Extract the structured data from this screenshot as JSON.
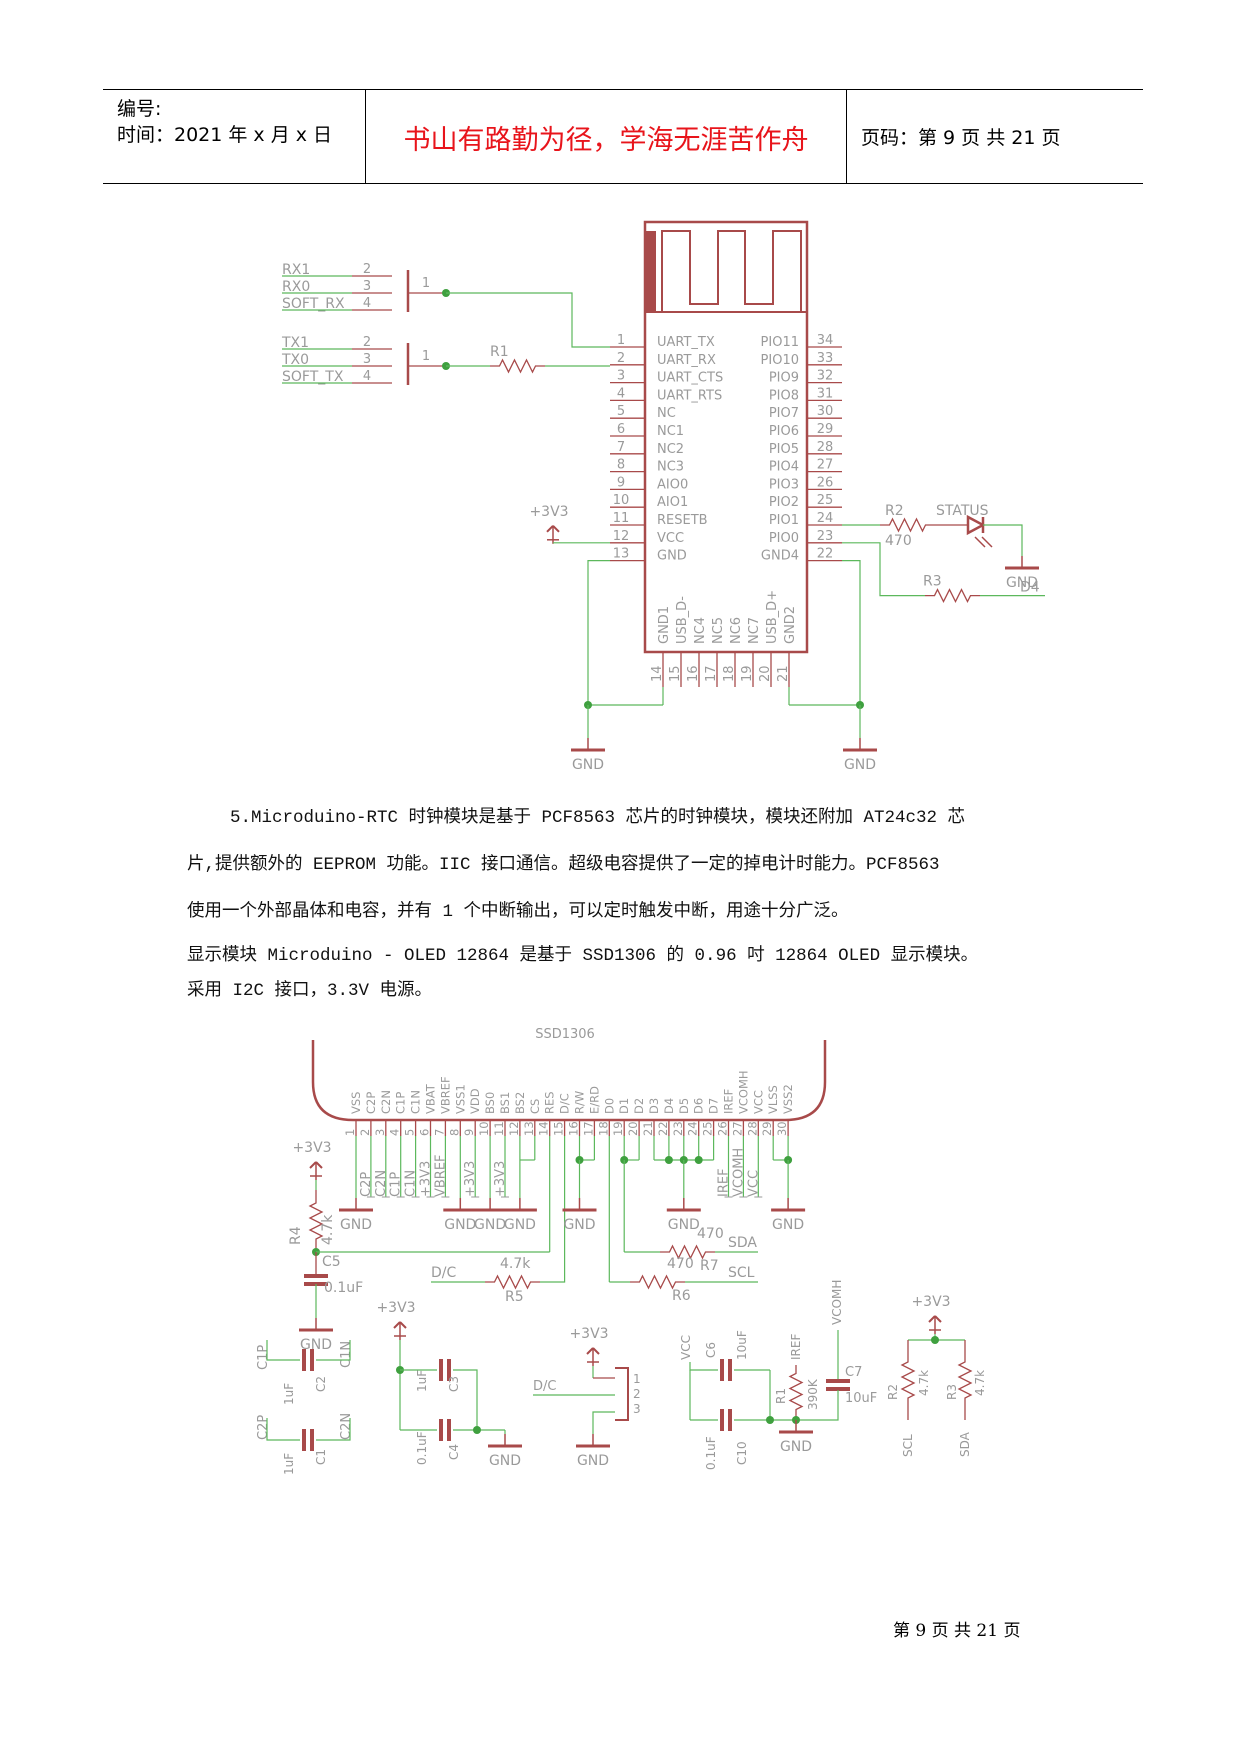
{
  "header": {
    "number_label": "编号:",
    "date_label": "时间：2021 年 x 月 x 日",
    "motto": "书山有路勤为径，学海无涯苦作舟",
    "page_info": "页码：第 9 页  共 21 页"
  },
  "colors": {
    "motto": "#e8141b",
    "wire": "#5cb85c",
    "part": "#a84a4a",
    "label": "#9a9a9a"
  },
  "schematic1": {
    "rx_connector": {
      "labels": [
        "RX1",
        "RX0",
        "SOFT_RX"
      ],
      "pins": [
        "2",
        "3",
        "4"
      ],
      "common_pin": "1"
    },
    "tx_connector": {
      "labels": [
        "TX1",
        "TX0",
        "SOFT_TX"
      ],
      "pins": [
        "2",
        "3",
        "4"
      ],
      "common_pin": "1"
    },
    "r1_label": "R1",
    "supply_label": "+3V3",
    "left_pins": [
      {
        "num": "1",
        "name": "UART_TX"
      },
      {
        "num": "2",
        "name": "UART_RX"
      },
      {
        "num": "3",
        "name": "UART_CTS"
      },
      {
        "num": "4",
        "name": "UART_RTS"
      },
      {
        "num": "5",
        "name": "NC"
      },
      {
        "num": "6",
        "name": "NC1"
      },
      {
        "num": "7",
        "name": "NC2"
      },
      {
        "num": "8",
        "name": "NC3"
      },
      {
        "num": "9",
        "name": "AIO0"
      },
      {
        "num": "10",
        "name": "AIO1"
      },
      {
        "num": "11",
        "name": "RESETB"
      },
      {
        "num": "12",
        "name": "VCC"
      },
      {
        "num": "13",
        "name": "GND"
      }
    ],
    "right_pins": [
      {
        "num": "34",
        "name": "PIO11"
      },
      {
        "num": "33",
        "name": "PIO10"
      },
      {
        "num": "32",
        "name": "PIO9"
      },
      {
        "num": "31",
        "name": "PIO8"
      },
      {
        "num": "30",
        "name": "PIO7"
      },
      {
        "num": "29",
        "name": "PIO6"
      },
      {
        "num": "28",
        "name": "PIO5"
      },
      {
        "num": "27",
        "name": "PIO4"
      },
      {
        "num": "26",
        "name": "PIO3"
      },
      {
        "num": "25",
        "name": "PIO2"
      },
      {
        "num": "24",
        "name": "PIO1"
      },
      {
        "num": "23",
        "name": "PIO0"
      },
      {
        "num": "22",
        "name": "GND4"
      }
    ],
    "bottom_pins": [
      {
        "num": "14",
        "name": "GND1"
      },
      {
        "num": "15",
        "name": "USB_D-"
      },
      {
        "num": "16",
        "name": "NC4"
      },
      {
        "num": "17",
        "name": "NC5"
      },
      {
        "num": "18",
        "name": "NC6"
      },
      {
        "num": "19",
        "name": "NC7"
      },
      {
        "num": "20",
        "name": "USB_D+"
      },
      {
        "num": "21",
        "name": "GND2"
      }
    ],
    "r2": {
      "name": "R2",
      "value": "470"
    },
    "led_label": "STATUS",
    "r3": {
      "name": "R3"
    },
    "d4_label": "D4",
    "gnd_label": "GND"
  },
  "paragraphs": [
    "5.Microduino-RTC 时钟模块是基于 PCF8563 芯片的时钟模块，模块还附加 AT24c32 芯",
    "片,提供额外的 EEPROM 功能。IIC 接口通信。超级电容提供了一定的掉电计时能力。PCF8563",
    "使用一个外部晶体和电容，并有 1 个中断输出，可以定时触发中断，用途十分广泛。",
    "显示模块 Microduino - OLED 12864 是基于 SSD1306 的 0.96 吋 12864 OLED 显示模块。",
    "采用 I2C 接口，3.3V 电源。"
  ],
  "schematic2": {
    "title": "SSD1306",
    "pins": [
      "VSS",
      "C2P",
      "C2N",
      "C1P",
      "C1N",
      "VBAT",
      "VBREF",
      "VSS1",
      "VDD",
      "BS0",
      "BS1",
      "BS2",
      "CS",
      "RES",
      "D/C",
      "R/W",
      "E/RD",
      "D0",
      "D1",
      "D2",
      "D3",
      "D4",
      "D5",
      "D6",
      "D7",
      "IREF",
      "VCOMH",
      "VCC",
      "VLSS",
      "VSS2"
    ],
    "net_labels": {
      "p2": "C2P",
      "p3": "C2N",
      "p4": "C1P",
      "p5": "C1N",
      "p6": "+3V3",
      "p7": "VBREF",
      "p9": "+3V3",
      "p11": "+3V3",
      "p26": "IREF",
      "p27": "VCOMH",
      "p28": "VCC"
    },
    "supply_label": "+3V3",
    "gnd_label": "GND",
    "r4": {
      "name": "R4",
      "value": "4.7k"
    },
    "c5": {
      "name": "C5",
      "value": "0.1uF"
    },
    "r5": {
      "name": "R5",
      "value": "4.7k",
      "net": "D/C"
    },
    "r6": {
      "name": "R6",
      "value": "470",
      "net": "SCL"
    },
    "r7": {
      "name": "R7",
      "value": "470",
      "net": "SDA"
    },
    "c1c2": {
      "c2": {
        "name": "C2",
        "value": "1uF",
        "nets": [
          "C1P",
          "C1N"
        ]
      },
      "c1": {
        "name": "C1",
        "value": "1uF",
        "nets": [
          "C2P",
          "C2N"
        ]
      }
    },
    "c3c4": {
      "c3": {
        "name": "C3",
        "value": "1uF"
      },
      "c4": {
        "name": "C4",
        "value": "0.1uF"
      }
    },
    "jumper": {
      "net": "D/C",
      "pins": [
        "1",
        "2",
        "3"
      ]
    },
    "vcc_group": {
      "vcc": "VCC",
      "c6": {
        "name": "C6",
        "value": "10uF"
      },
      "c10": {
        "name": "C10",
        "value": "0.1uF"
      },
      "iref": "IREF",
      "r1": {
        "name": "R1",
        "value": "390K"
      },
      "vcomh": "VCOMH",
      "c7": {
        "name": "C7",
        "value": "10uF"
      }
    },
    "pullups": {
      "r2": {
        "name": "R2",
        "value": "4.7k",
        "net": "SCL"
      },
      "r3": {
        "name": "R3",
        "value": "4.7k",
        "net": "SDA"
      }
    }
  },
  "footer": "第 9 页  共 21 页"
}
